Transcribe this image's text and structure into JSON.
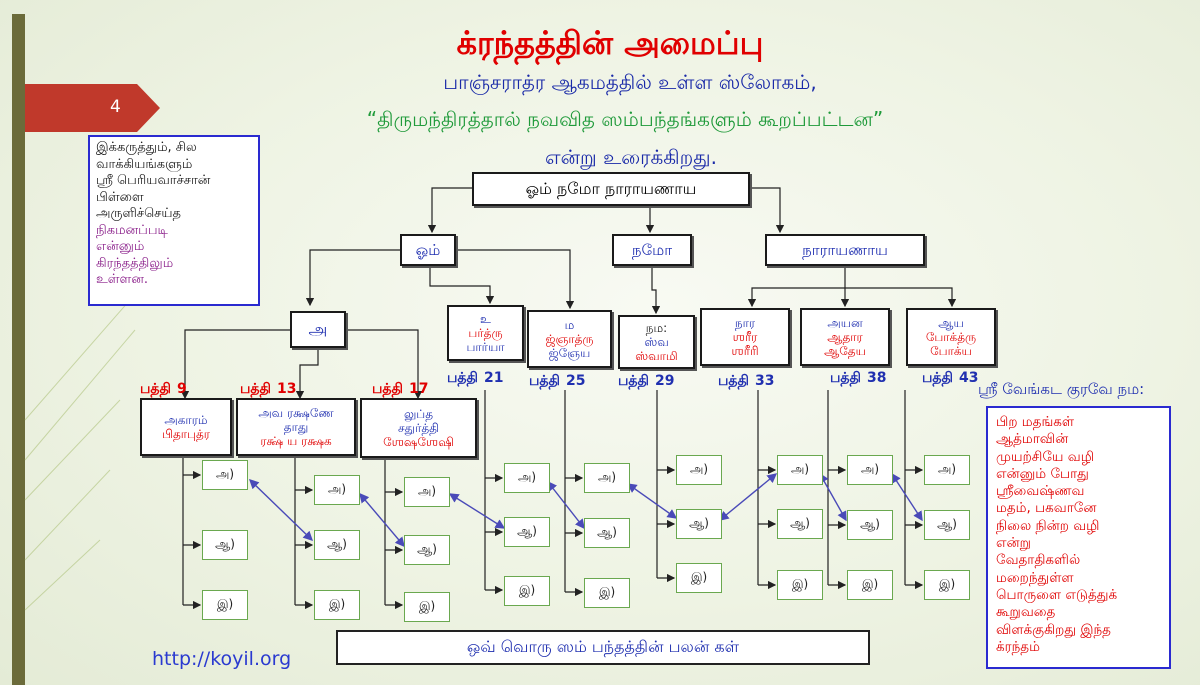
{
  "title": "க்ரந்தத்தின் அமைப்பு",
  "subtitle_line1": "பாஞ்சராத்ர ஆகமத்தில் உள்ள ஸ்லோகம்,",
  "subtitle_quote": "“திருமந்திரத்தால் நவவித ஸம்பந்தங்களும் கூறப்பட்டன”",
  "subtitle_line3": "என்று உரைக்கிறது.",
  "slide_number": "4",
  "left_note": [
    "இக்கருத்தும், சில",
    "வாக்கியங்களும்",
    "ஸ்ரீ பெரியவாச்சான்",
    "பிள்ளை",
    "அருளிச்செய்த",
    "நிகமனப்படி",
    "என்னும்",
    "கிரந்தத்திலும்",
    "உள்ளன."
  ],
  "root": "ஓம் நமோ நாராயணாய",
  "level2": {
    "om": "ஓம்",
    "namo": "நமோ",
    "narayanaya": "நாராயணாய"
  },
  "a_node": "அ",
  "groups": [
    {
      "lines": [
        "அகாரம்",
        "பிதாபுத்ர"
      ],
      "pathi": "பத்தி",
      "num": "9"
    },
    {
      "lines": [
        "அவ ரக்ஷணே",
        "தாது",
        "ரக்ஷ் ய ரக்ஷக"
      ],
      "pathi": "பத்தி",
      "num": "13"
    },
    {
      "lines": [
        "லுப்த",
        "சதுர்த்தி",
        "ஶேஷஶேஷி"
      ],
      "pathi": "பத்தி",
      "num": "17"
    },
    {
      "lines": [
        "உ",
        "பர்த்ரு",
        "பார்யா"
      ],
      "pathi": "பத்தி",
      "num": "21"
    },
    {
      "lines": [
        "ம",
        "ஜ்ஞாத்ரு",
        "ஜ்ஞேய"
      ],
      "pathi": "பத்தி",
      "num": "25"
    },
    {
      "lines": [
        "நம:",
        "ஸ்வ",
        "ஸ்வாமி"
      ],
      "pathi": "பத்தி",
      "num": "29"
    },
    {
      "lines": [
        "நார",
        "ஶரீர",
        "ஶரீரி"
      ],
      "pathi": "பத்தி",
      "num": "33"
    },
    {
      "lines": [
        "அயன",
        "ஆதார",
        "ஆதேய"
      ],
      "pathi": "பத்தி",
      "num": "38"
    },
    {
      "lines": [
        "ஆய",
        "போக்த்ரு",
        "போக்ய"
      ],
      "pathi": "பத்தி",
      "num": "43"
    }
  ],
  "leaf_labels": [
    "அ)",
    "ஆ)",
    "இ)"
  ],
  "sri_line": "ஸ்ரீ வேங்கட குரவே நம:",
  "right_note": [
    "பிற மதங்கள்",
    "ஆத்மாவின்",
    "முயற்சியே வழி",
    "என்னும் போது",
    "ஸ்ரீவைஷ்ணவ",
    "மதம், பகவானே",
    "நிலை நின்ற வழி",
    "என்று",
    "வேதாதிகளில்",
    "மறைந்துள்ள",
    "பொருளை எடுத்துக்",
    "கூறுவதை",
    "விளக்குகிறது இந்த",
    "க்ரந்தம்"
  ],
  "bottom_box": "ஒவ் வொரு ஸம் பந்தத்தின் பலன் கள்",
  "url": "http://koyil.org",
  "colors": {
    "title": "#e00000",
    "subtitle": "#1a2aa8",
    "quote": "#1f9a3a",
    "slide_tab": "#c0392b",
    "left_bar": "#6b6b3a"
  }
}
